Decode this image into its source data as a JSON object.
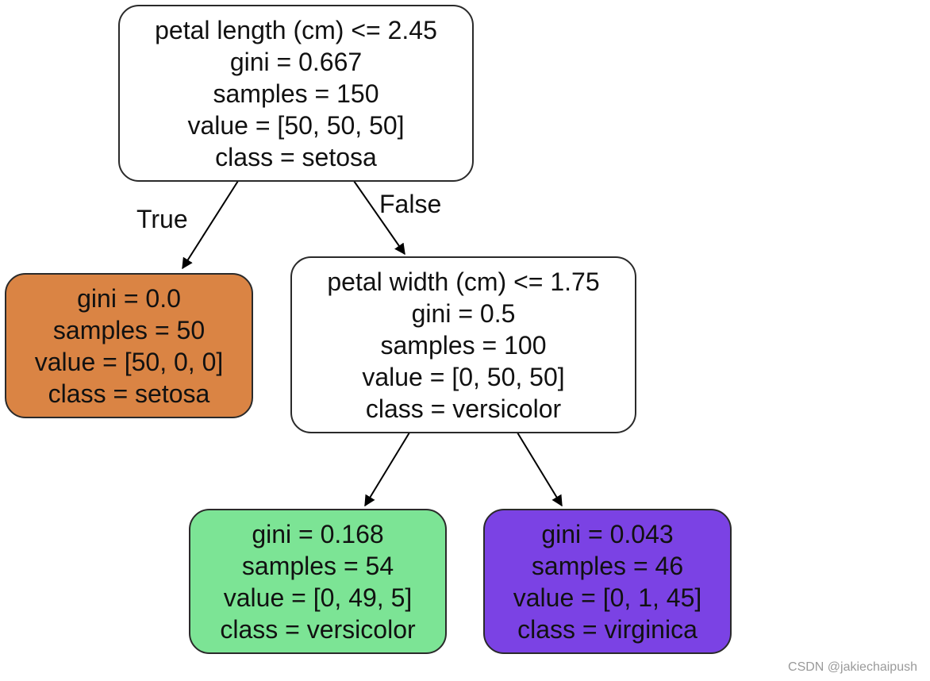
{
  "colors": {
    "root": "#ffffff",
    "setosa_leaf": "#da8444",
    "split_node": "#ffffff",
    "versicolor_leaf": "#7ce495",
    "virginica_leaf": "#7b42e4",
    "border": "#2a2a2a",
    "edge": "#000000"
  },
  "nodes": {
    "root": {
      "lines": [
        "petal length (cm) <= 2.45",
        "gini = 0.667",
        "samples = 150",
        "value = [50, 50, 50]",
        "class = setosa"
      ]
    },
    "setosa": {
      "lines": [
        "gini = 0.0",
        "samples = 50",
        "value = [50, 0, 0]",
        "class = setosa"
      ]
    },
    "split": {
      "lines": [
        "petal width (cm) <= 1.75",
        "gini = 0.5",
        "samples = 100",
        "value = [0, 50, 50]",
        "class = versicolor"
      ]
    },
    "versicolor": {
      "lines": [
        "gini = 0.168",
        "samples = 54",
        "value = [0, 49, 5]",
        "class = versicolor"
      ]
    },
    "virginica": {
      "lines": [
        "gini = 0.043",
        "samples = 46",
        "value = [0, 1, 45]",
        "class = virginica"
      ]
    }
  },
  "edge_labels": {
    "true_label": "True",
    "false_label": "False"
  },
  "watermark": "CSDN @jakiechaipush"
}
